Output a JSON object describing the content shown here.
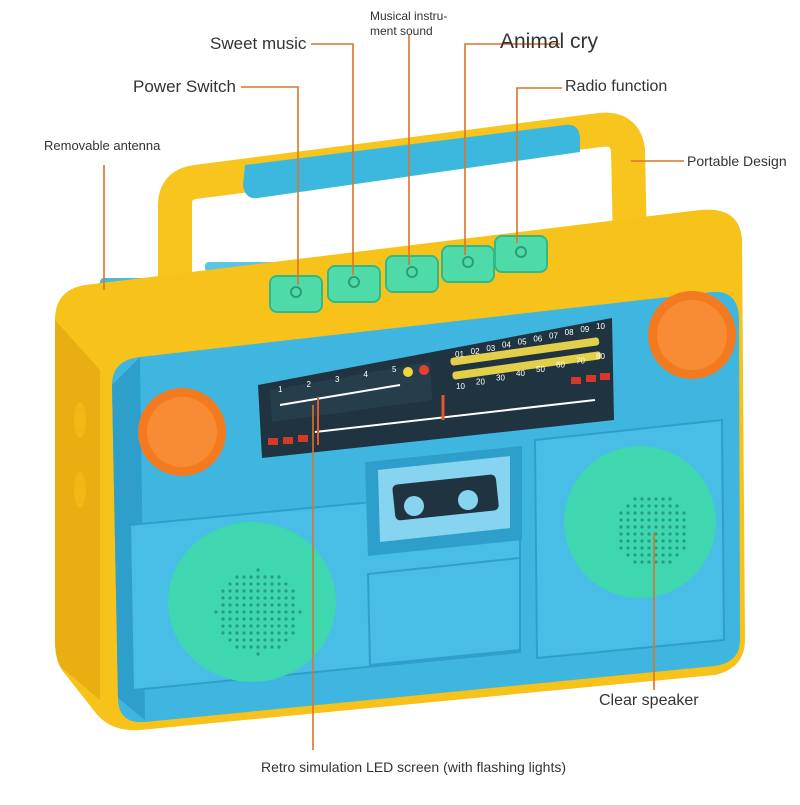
{
  "labels": {
    "sweet_music": "Sweet music",
    "musical_instrument_line1": "Musical instru-",
    "musical_instrument_line2": "ment sound",
    "animal_cry": "Animal cry",
    "power_switch": "Power Switch",
    "radio_function": "Radio function",
    "removable_antenna": "Removable antenna",
    "portable_design": "Portable Design",
    "clear_speaker": "Clear speaker",
    "led_screen": "Retro simulation LED screen (with flashing lights)"
  },
  "dial": {
    "left_scale": [
      "1",
      "2",
      "3",
      "4",
      "5"
    ],
    "top_scale": [
      "01",
      "02",
      "03",
      "04",
      "05",
      "06",
      "07",
      "08",
      "09",
      "10"
    ],
    "bottom_scale": [
      "10",
      "20",
      "30",
      "40",
      "50",
      "60",
      "70",
      "80"
    ]
  },
  "colors": {
    "body_yellow": "#F7C21A",
    "panel_blue": "#3FB6E0",
    "speaker_green": "#3ED7B0",
    "knob_orange": "#F47A1F",
    "button_green": "#4EDBA8",
    "handle_blue": "#3CB8DE",
    "screen_dark": "#1F3340",
    "leader_line": "#D9752B"
  }
}
